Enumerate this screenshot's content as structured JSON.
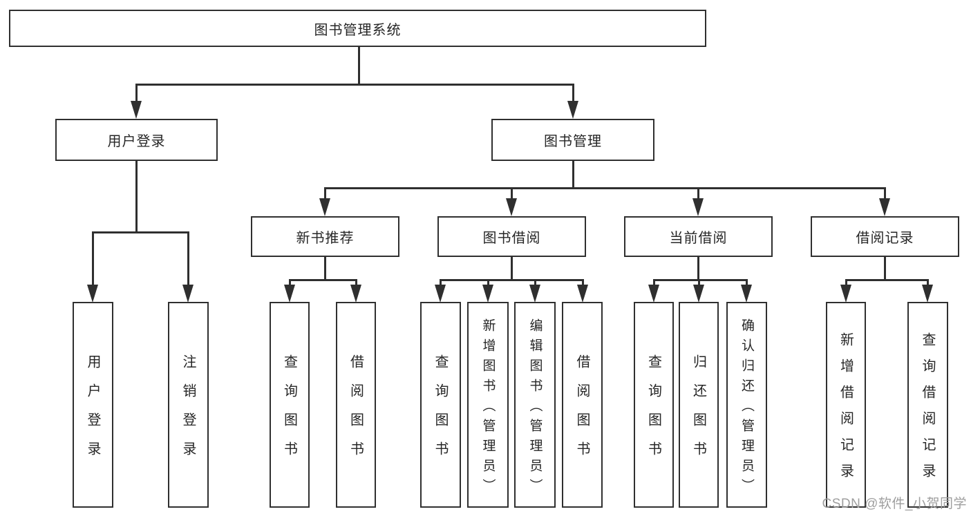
{
  "tree": {
    "root": {
      "label": "图书管理系统",
      "children": [
        {
          "label": "用户登录",
          "children": [
            {
              "label": "用户登录"
            },
            {
              "label": "注销登录"
            }
          ]
        },
        {
          "label": "图书管理",
          "children": [
            {
              "label": "新书推荐",
              "children": [
                {
                  "label": "查询图书"
                },
                {
                  "label": "借阅图书"
                }
              ]
            },
            {
              "label": "图书借阅",
              "children": [
                {
                  "label": "查询图书"
                },
                {
                  "label": "新增图书（管理员）"
                },
                {
                  "label": "编辑图书（管理员）"
                },
                {
                  "label": "借阅图书"
                }
              ]
            },
            {
              "label": "当前借阅",
              "children": [
                {
                  "label": "查询图书"
                },
                {
                  "label": "归还图书"
                },
                {
                  "label": "确认归还（管理员）"
                }
              ]
            },
            {
              "label": "借阅记录",
              "children": [
                {
                  "label": "新增借阅记录"
                },
                {
                  "label": "查询借阅记录"
                }
              ]
            }
          ]
        }
      ]
    }
  },
  "watermark": {
    "text": "CSDN @软件_小贺同学"
  },
  "colors": {
    "line": "#2f2f2f",
    "text": "#262626",
    "watermark": "#9e9e9e",
    "background": "#ffffff"
  }
}
